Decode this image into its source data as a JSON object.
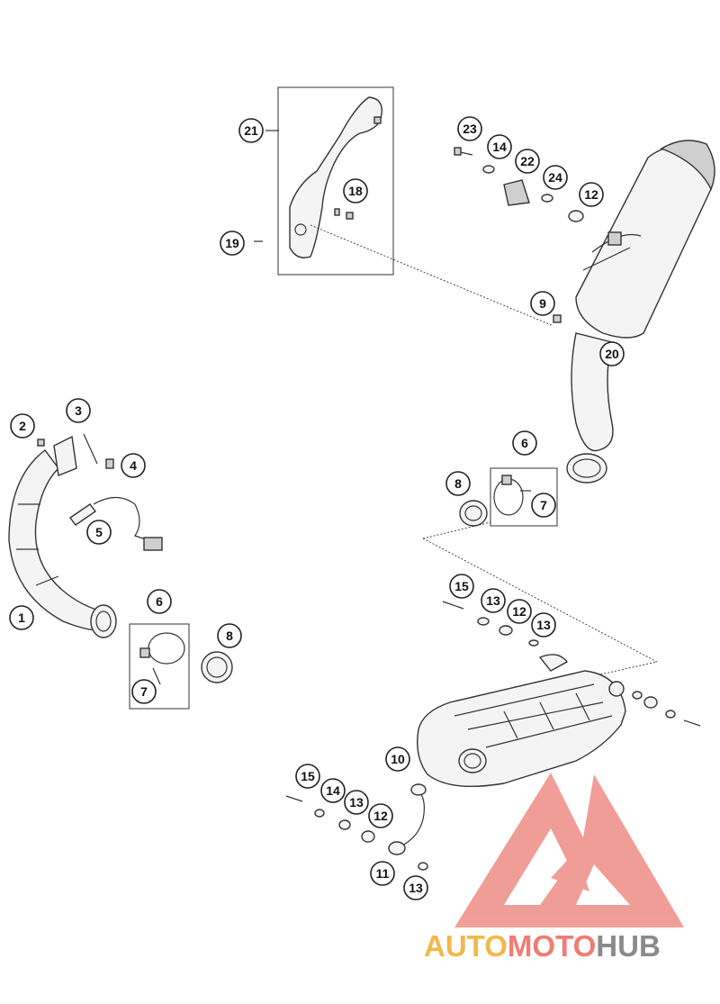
{
  "callouts": [
    {
      "id": "c21",
      "label": "21"
    },
    {
      "id": "c23",
      "label": "23"
    },
    {
      "id": "c14a",
      "label": "14"
    },
    {
      "id": "c22",
      "label": "22"
    },
    {
      "id": "c24",
      "label": "24"
    },
    {
      "id": "c12a",
      "label": "12"
    },
    {
      "id": "c18",
      "label": "18"
    },
    {
      "id": "c19",
      "label": "19"
    },
    {
      "id": "c9",
      "label": "9"
    },
    {
      "id": "c20",
      "label": "20"
    },
    {
      "id": "c2",
      "label": "2"
    },
    {
      "id": "c3",
      "label": "3"
    },
    {
      "id": "c4",
      "label": "4"
    },
    {
      "id": "c5",
      "label": "5"
    },
    {
      "id": "c1",
      "label": "1"
    },
    {
      "id": "c6a",
      "label": "6"
    },
    {
      "id": "c7a",
      "label": "7"
    },
    {
      "id": "c8a",
      "label": "8"
    },
    {
      "id": "c6b",
      "label": "6"
    },
    {
      "id": "c7b",
      "label": "7"
    },
    {
      "id": "c8b",
      "label": "8"
    },
    {
      "id": "c15a",
      "label": "15"
    },
    {
      "id": "c13a",
      "label": "13"
    },
    {
      "id": "c12b",
      "label": "12"
    },
    {
      "id": "c13b",
      "label": "13"
    },
    {
      "id": "c10",
      "label": "10"
    },
    {
      "id": "c15b",
      "label": "15"
    },
    {
      "id": "c14b",
      "label": "14"
    },
    {
      "id": "c13c",
      "label": "13"
    },
    {
      "id": "c12c",
      "label": "12"
    },
    {
      "id": "c11",
      "label": "11"
    },
    {
      "id": "c13d",
      "label": "13"
    }
  ],
  "watermark": {
    "part1": "AUTO",
    "part2": "MOTO",
    "part3": "HUB",
    "colors": {
      "auto": "#f2b84b",
      "moto": "#ee7d74",
      "hub": "#8a8a8a",
      "logo": "#ef8d85"
    }
  }
}
